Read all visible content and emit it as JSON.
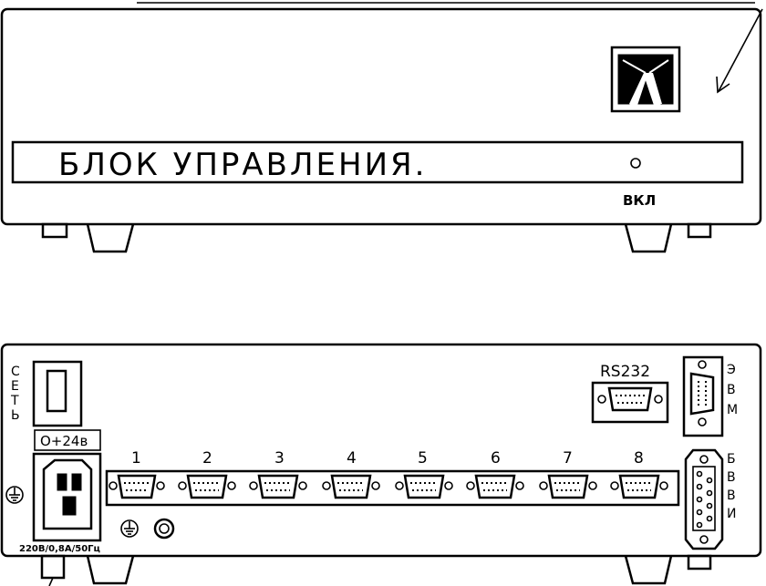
{
  "front": {
    "title": "БЛОК УПРАВЛЕНИЯ.",
    "power_label": "ВКЛ"
  },
  "rear": {
    "mains_label": [
      "С",
      "Е",
      "Т",
      "Ь"
    ],
    "voltage_label": "О+24в",
    "rs232_label": "RS232",
    "pc_label": [
      "Э",
      "В",
      "М"
    ],
    "bvvi_label": [
      "Б",
      "В",
      "В",
      "И"
    ],
    "port_numbers": [
      "1",
      "2",
      "3",
      "4",
      "5",
      "6",
      "7",
      "8"
    ],
    "rating_label": "220В/0,8А/50Гц"
  }
}
